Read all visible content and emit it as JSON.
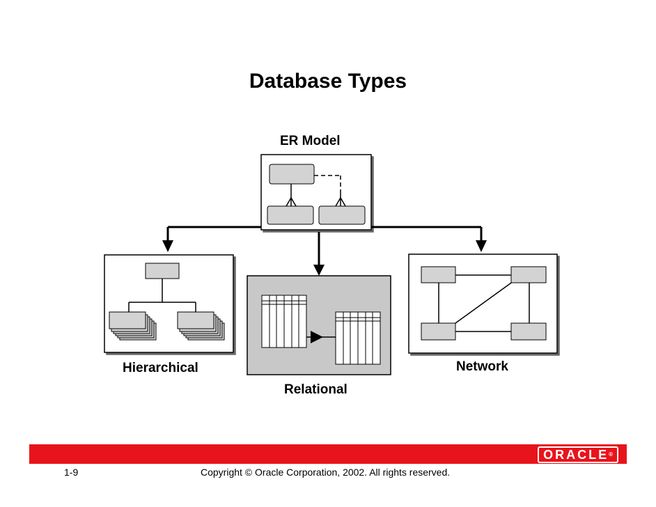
{
  "title": "Database Types",
  "er_model": {
    "label": "ER Model"
  },
  "hierarchical": {
    "label": "Hierarchical"
  },
  "relational": {
    "label": "Relational"
  },
  "network": {
    "label": "Network"
  },
  "footer": {
    "page_number": "1-9",
    "copyright": "Copyright © Oracle Corporation, 2002. All rights reserved.",
    "logo_text": "ORACLE"
  },
  "colors": {
    "accent": "#e8141b",
    "box_fill": "#d3d3d3",
    "relational_panel": "#c8c8c8"
  }
}
